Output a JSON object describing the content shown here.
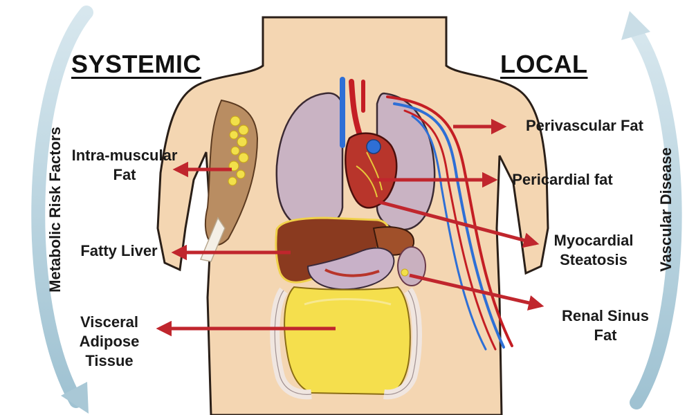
{
  "headings": {
    "systemic": "SYSTEMIC",
    "local": "LOCAL"
  },
  "side_labels": {
    "left": "Metabolic Risk Factors",
    "right": "Vascular Disease"
  },
  "labels": {
    "intramuscular": [
      "Intra-muscular",
      "Fat"
    ],
    "fatty_liver": "Fatty Liver",
    "visceral": [
      "Visceral",
      "Adipose",
      "Tissue"
    ],
    "perivascular": "Perivascular Fat",
    "pericardial": "Pericardial fat",
    "myocardial": [
      "Myocardial",
      "Steatosis"
    ],
    "renal": [
      "Renal Sinus",
      "Fat"
    ]
  },
  "colors": {
    "arrow": "#c0262d",
    "skin": "#f4d6b2",
    "cycle_arrow": "#b9d4e0",
    "lung": "#c9b3c3",
    "liver": "#8a3a1f",
    "visceral_fat": "#f5df4d",
    "heart": "#b8352b",
    "artery": "#c41e24",
    "vein": "#2e6fd6"
  }
}
